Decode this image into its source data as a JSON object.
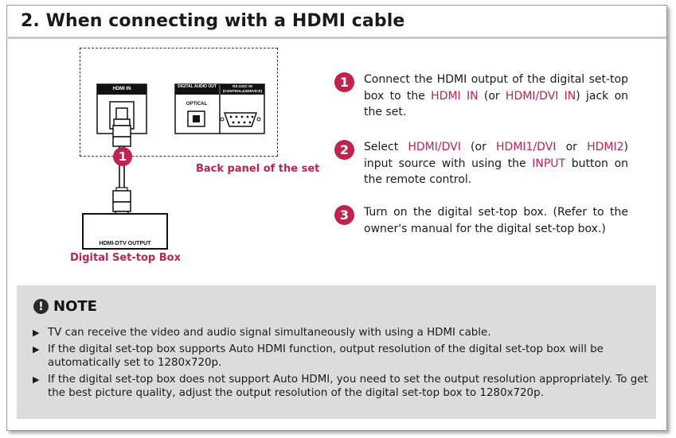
{
  "title": "2. When connecting with a HDMI cable",
  "diagram": {
    "hdmi_in": "HDMI IN",
    "digital_audio_out": "DIGITAL AUDIO OUT",
    "optical": "OPTICAL",
    "rs232c": "RS-232C IN (CONTROL&SERVICE)",
    "back_panel_label": "Back panel of the set",
    "stb_output": "HDMI-DTV OUTPUT",
    "stb_label": "Digital Set-top Box",
    "callout": "1"
  },
  "steps": [
    {
      "num": "1",
      "parts": [
        {
          "t": "Connect the HDMI output of the digital set-top box to the ",
          "h": false
        },
        {
          "t": "HDMI IN",
          "h": true
        },
        {
          "t": " (or ",
          "h": false
        },
        {
          "t": "HDMI/DVI IN",
          "h": true
        },
        {
          "t": ") jack on the set.",
          "h": false
        }
      ]
    },
    {
      "num": "2",
      "parts": [
        {
          "t": "Select ",
          "h": false
        },
        {
          "t": "HDMI/DVI",
          "h": true
        },
        {
          "t": " (or ",
          "h": false
        },
        {
          "t": "HDMI1/DVI",
          "h": true
        },
        {
          "t": " or ",
          "h": false
        },
        {
          "t": "HDMI2",
          "h": true
        },
        {
          "t": ") input source with using the ",
          "h": false
        },
        {
          "t": "INPUT",
          "h": true
        },
        {
          "t": " button on the remote control.",
          "h": false
        }
      ]
    },
    {
      "num": "3",
      "parts": [
        {
          "t": "Turn on the digital set-top box. (Refer to the owner's manual for the digital set-top box.)",
          "h": false
        }
      ]
    }
  ],
  "note": {
    "heading": "NOTE",
    "icon": "!",
    "items": [
      "TV can receive the video and audio signal simultaneously with using a HDMI cable.",
      "If the digital set-top box supports Auto HDMI function, output resolution of the digital set-top box will be automatically  set to 1280x720p.",
      "If the digital set-top box does not support Auto HDMI, you need to set the output resolution appropriately. To get the best picture quality, adjust the output resolution of the digital set-top box to 1280x720p."
    ]
  },
  "colors": {
    "accent": "#c1224f",
    "note_bg": "#dcdcdc"
  }
}
